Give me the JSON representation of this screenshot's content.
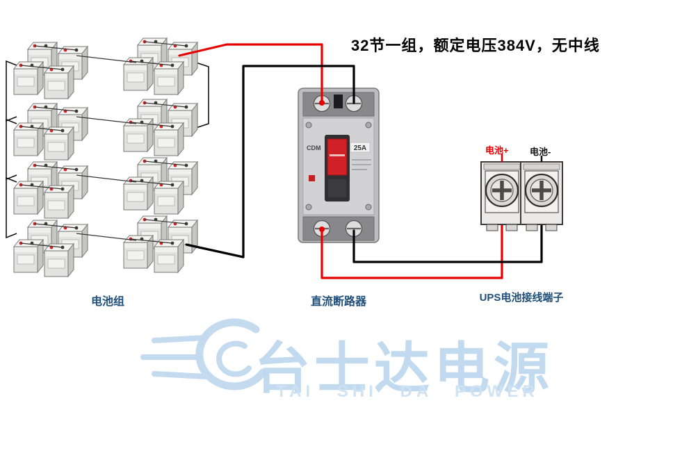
{
  "title": "32节一组，额定电压384V，无中线",
  "components": {
    "battery_group_label": "电池组",
    "breaker_label": "直流断路器",
    "terminal_label": "UPS电池接线端子"
  },
  "terminal": {
    "positive_label": "电池+",
    "negative_label": "电池-"
  },
  "breaker": {
    "brand": "CDM",
    "rating": "25A"
  },
  "watermark": {
    "name_cn": "台士达电源",
    "name_en": "TAI SHI DA POWER"
  },
  "colors": {
    "positive_wire": "#e60000",
    "negative_wire": "#000000",
    "label_text": "#1f4e79",
    "watermark": "#bdd7ee"
  }
}
